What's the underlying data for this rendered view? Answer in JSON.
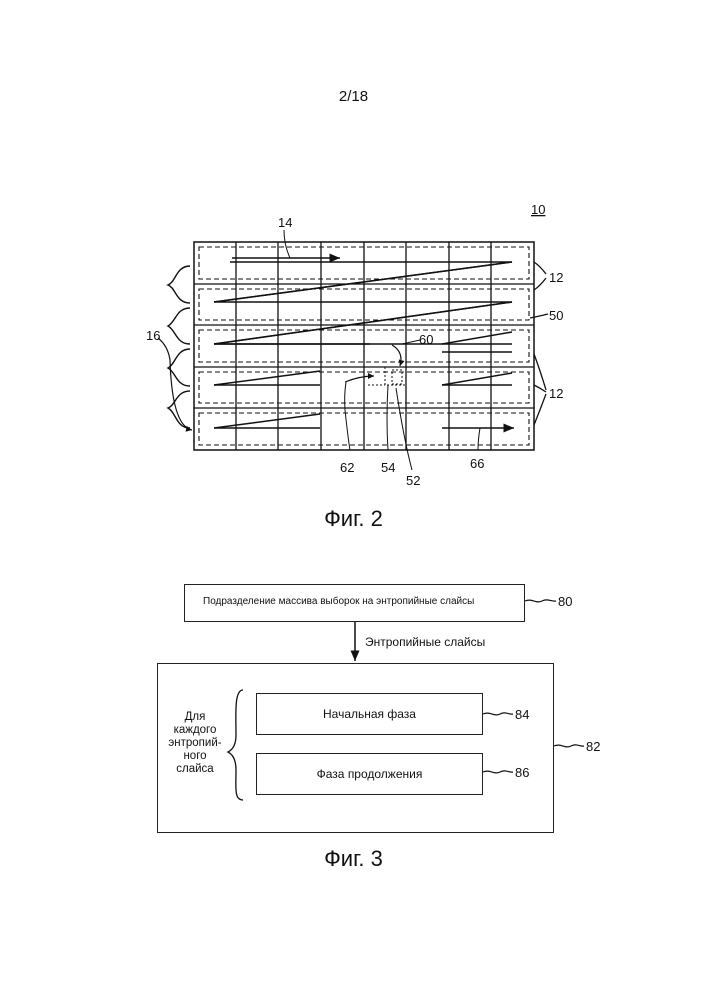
{
  "page_number": "2/18",
  "fig2": {
    "caption": "Фиг. 2",
    "refs": {
      "r10": "10",
      "r14": "14",
      "r12a": "12",
      "r50": "50",
      "r16": "16",
      "r60": "60",
      "r12b": "12",
      "r62": "62",
      "r54": "54",
      "r52": "52",
      "r66": "66"
    }
  },
  "fig3": {
    "caption": "Фиг. 3",
    "box80_text": "Подразделение массива выборок на энтропийные слайсы",
    "arrow_label": "Энтропийные слайсы",
    "side_label_lines": [
      "Для",
      "каждого",
      "энтропий-",
      "ного",
      "слайса"
    ],
    "box84_text": "Начальная фаза",
    "box86_text": "Фаза продолжения",
    "refs": {
      "r80": "80",
      "r82": "82",
      "r84": "84",
      "r86": "86"
    }
  }
}
